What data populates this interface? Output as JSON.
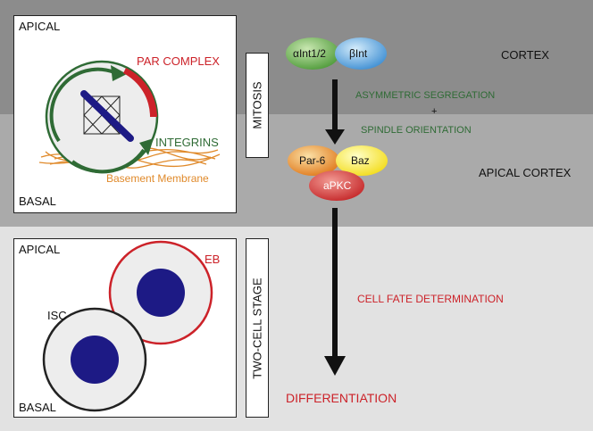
{
  "panel1": {
    "apical": "APICAL",
    "basal": "BASAL",
    "par_complex": "PAR COMPLEX",
    "integrins": "INTEGRINS",
    "basement_membrane": "Basement Membrane"
  },
  "panel2": {
    "apical": "APICAL",
    "basal": "BASAL",
    "eb": "EB",
    "isc": "ISC"
  },
  "labels": {
    "mitosis": "MITOSIS",
    "two_cell_stage": "TWO-CELL STAGE"
  },
  "right": {
    "alpha_int": "αInt1/2",
    "beta_int": "βInt",
    "cortex": "CORTEX",
    "asymmetric_segregation": "ASYMMETRIC SEGREGATION",
    "plus": "+",
    "spindle_orientation": "SPINDLE ORIENTATION",
    "par6": "Par-6",
    "baz": "Baz",
    "apkc": "aPKC",
    "apical_cortex": "APICAL CORTEX",
    "cell_fate": "CELL FATE DETERMINATION",
    "differentiation": "DIFFERENTIATION"
  },
  "colors": {
    "red": "#cc2229",
    "green": "#2f6b35",
    "orange": "#e08a2b",
    "navy": "#1d1a85"
  }
}
